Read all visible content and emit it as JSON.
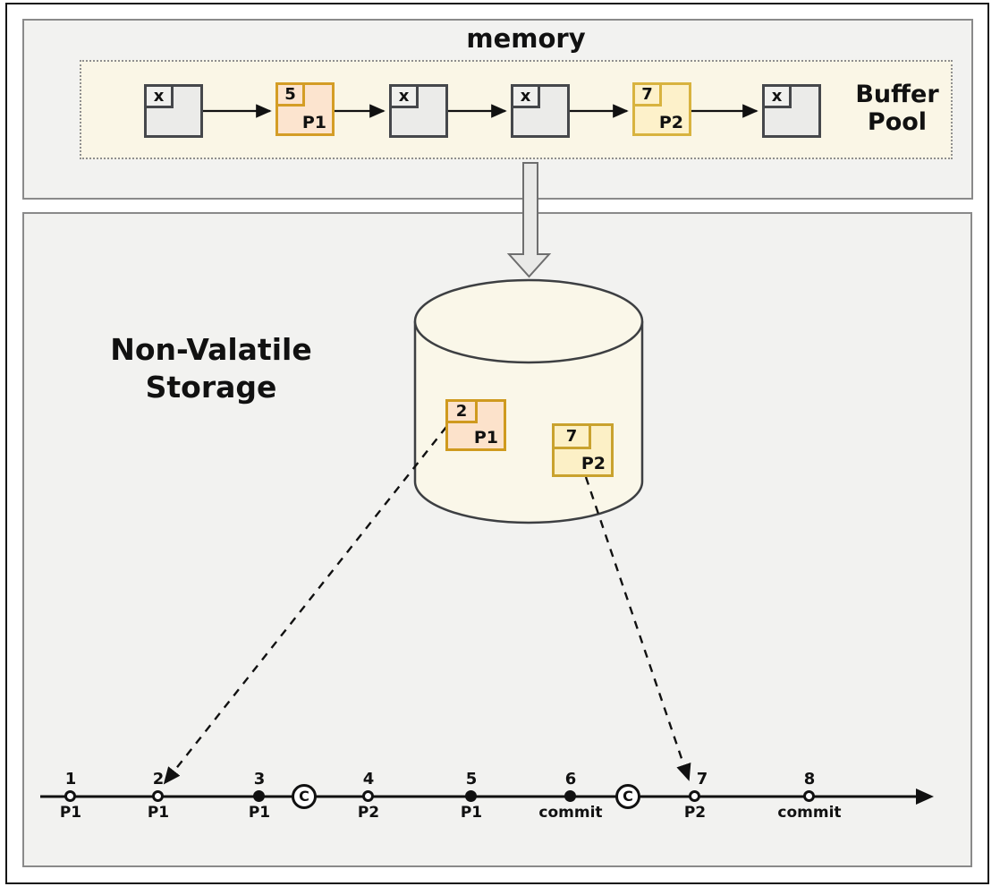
{
  "memory_section": {
    "title": "memory",
    "buffer_pool_label": "Buffer Pool",
    "pages": [
      {
        "tag": "x",
        "label": "",
        "state": "empty"
      },
      {
        "tag": "5",
        "label": "P1",
        "state": "dirty"
      },
      {
        "tag": "x",
        "label": "",
        "state": "empty"
      },
      {
        "tag": "x",
        "label": "",
        "state": "empty"
      },
      {
        "tag": "7",
        "label": "P2",
        "state": "dirty"
      },
      {
        "tag": "x",
        "label": "",
        "state": "empty"
      }
    ]
  },
  "storage_section": {
    "title_line1": "Non-Valatile",
    "title_line2": "Storage",
    "disk_pages": [
      {
        "tag": "2",
        "label": "P1"
      },
      {
        "tag": "7",
        "label": "P2"
      }
    ]
  },
  "timeline": {
    "events": [
      {
        "num": "1",
        "label": "P1",
        "dot": "open"
      },
      {
        "num": "2",
        "label": "P1",
        "dot": "open"
      },
      {
        "num": "3",
        "label": "P1",
        "dot": "filled"
      },
      {
        "num": "4",
        "label": "P2",
        "dot": "open"
      },
      {
        "num": "5",
        "label": "P1",
        "dot": "filled"
      },
      {
        "num": "6",
        "label": "commit",
        "dot": "filled"
      },
      {
        "num": "7",
        "label": "P2",
        "dot": "open"
      },
      {
        "num": "8",
        "label": "commit",
        "dot": "open"
      }
    ],
    "checkpoints": [
      {
        "label": "C"
      },
      {
        "label": "C"
      }
    ]
  },
  "colors": {
    "panel_bg": "#f2f2f0",
    "panel_border": "#8a8a8a",
    "buffer_pool_bg": "#faf6e6",
    "page_p1_border": "#d49d26",
    "page_p1_fill": "#fce4cf",
    "page_p2_border": "#d8b33f",
    "page_p2_fill": "#fdf1ca",
    "page_empty_border": "#45474b",
    "page_empty_fill": "#ebebe9",
    "cylinder_fill": "#faf7e9",
    "cylinder_stroke": "#3d3f42"
  }
}
